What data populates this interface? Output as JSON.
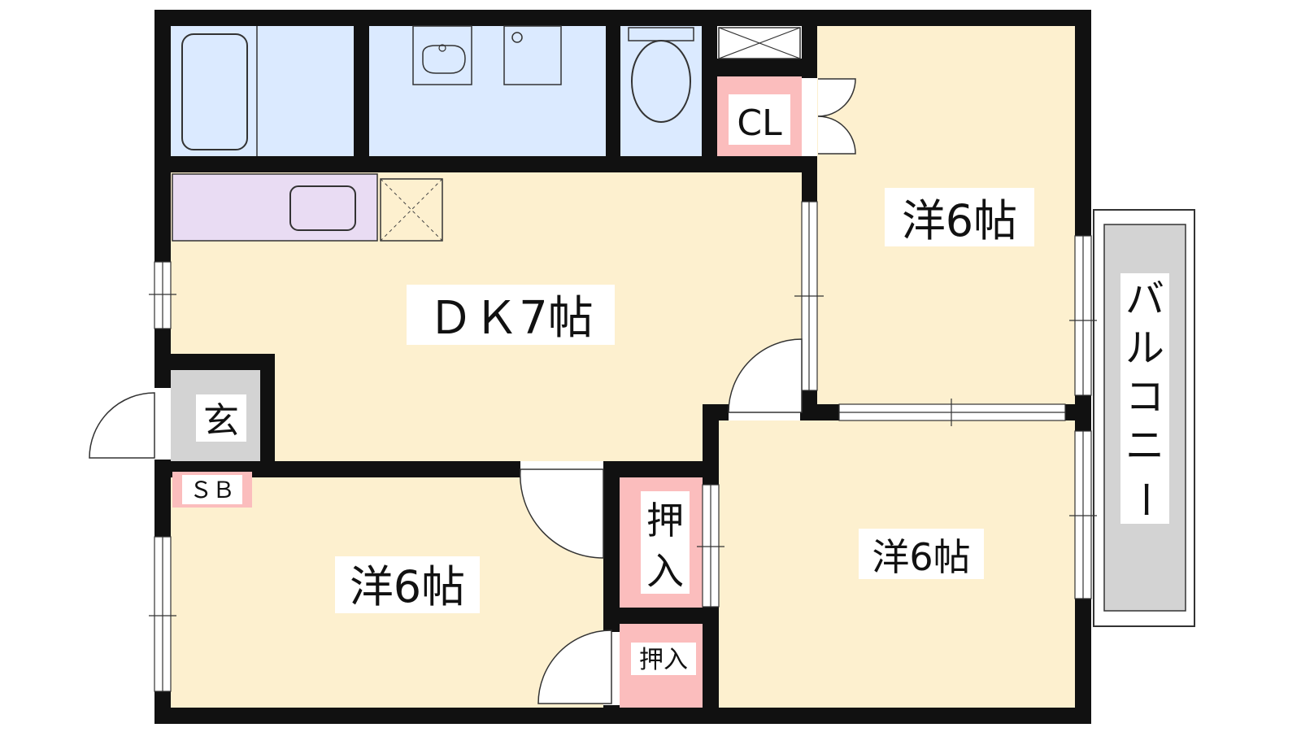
{
  "rooms": {
    "dk": "ＤＫ7帖",
    "western_north": "洋6帖",
    "western_southeast": "洋6帖",
    "western_southwest": "洋6帖",
    "entrance": "玄",
    "shoe_box": "ＳＢ",
    "closet": "CL",
    "oshiire_large_1": "押",
    "oshiire_large_2": "入",
    "oshiire_small": "押入",
    "balcony": [
      "バ",
      "ル",
      "コ",
      "ニ",
      "ー"
    ]
  },
  "colors": {
    "wall": "#111111",
    "living_floor": "#fdf0cf",
    "wet_area": "#dbeaff",
    "kitchen": "#e9dcf3",
    "storage": "#fbbdbd",
    "entrance": "#d3d3d3",
    "balcony": "#d3d3d3"
  }
}
